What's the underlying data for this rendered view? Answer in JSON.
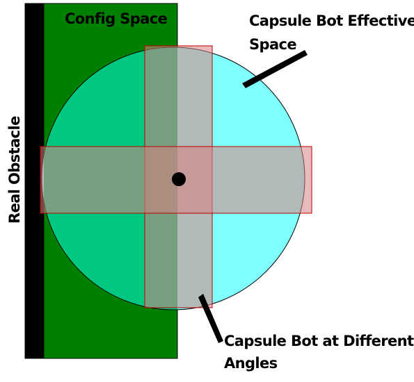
{
  "labels": {
    "config_space": "Config Space",
    "effective_space_line1": "Capsule Bot Effective",
    "effective_space_line2": "Space",
    "real_obstacle": "Real Obstacle",
    "capsule_angles_line1": "Capsule Bot at Different",
    "capsule_angles_line2": "Angles"
  },
  "colors": {
    "obstacle": "#000000",
    "config_space": "#008000",
    "effective_circle": "#80ffff",
    "effective_circle_in_config": "#00c880",
    "capsule_fill": "#d88080",
    "capsule_stroke": "#c00000",
    "center_dot": "#000000",
    "pointer": "#000000"
  }
}
